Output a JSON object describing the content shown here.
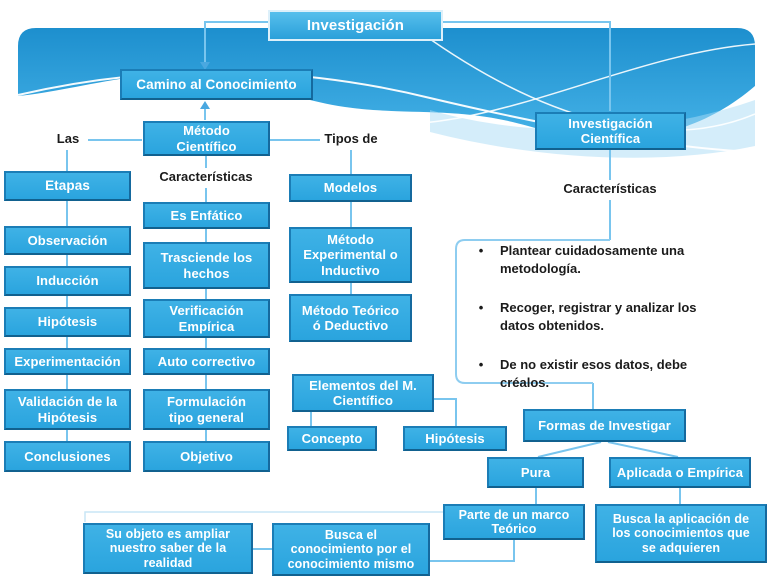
{
  "diagram": {
    "title": "Investigación",
    "nodes": [
      {
        "id": "investigacion",
        "label": "Investigación"
      },
      {
        "id": "camino",
        "label": "Camino al Conocimiento"
      },
      {
        "id": "las",
        "label": "Las"
      },
      {
        "id": "metodo-cientifico",
        "label": "Método\nCientífico"
      },
      {
        "id": "tipos-de",
        "label": "Tipos de"
      },
      {
        "id": "investigacion-cientifica",
        "label": "Investigación\nCientífica"
      },
      {
        "id": "etapas",
        "label": "Etapas"
      },
      {
        "id": "caracteristicas-mc",
        "label": "Características"
      },
      {
        "id": "caracteristicas-ic",
        "label": "Características"
      },
      {
        "id": "es-enfatico",
        "label": "Es Enfático"
      },
      {
        "id": "observacion",
        "label": "Observación"
      },
      {
        "id": "trasciende",
        "label": "Trasciende los\nhechos"
      },
      {
        "id": "induccion",
        "label": "Inducción"
      },
      {
        "id": "verificacion",
        "label": "Verificación\nEmpírica"
      },
      {
        "id": "hipotesis-etapa",
        "label": "Hipótesis"
      },
      {
        "id": "experimentacion",
        "label": "Experimentación"
      },
      {
        "id": "auto-correctivo",
        "label": "Auto correctivo"
      },
      {
        "id": "validacion",
        "label": "Validación de la\nHipótesis"
      },
      {
        "id": "formulacion",
        "label": "Formulación\ntipo general"
      },
      {
        "id": "conclusiones",
        "label": "Conclusiones"
      },
      {
        "id": "objetivo",
        "label": "Objetivo"
      },
      {
        "id": "modelos",
        "label": "Modelos"
      },
      {
        "id": "metodo-experimental",
        "label": "Método\nExperimental o\nInductivo"
      },
      {
        "id": "metodo-teorico",
        "label": "Método Teórico\nó Deductivo"
      },
      {
        "id": "elementos",
        "label": "Elementos del M.\nCientífico"
      },
      {
        "id": "concepto",
        "label": "Concepto"
      },
      {
        "id": "hipotesis-elemento",
        "label": "Hipótesis"
      },
      {
        "id": "formas",
        "label": "Formas de Investigar"
      },
      {
        "id": "pura",
        "label": "Pura"
      },
      {
        "id": "aplicada",
        "label": "Aplicada o Empírica"
      },
      {
        "id": "parte-marco",
        "label": "Parte de un marco\nTeórico"
      },
      {
        "id": "busca-aplicacion",
        "label": "Busca la aplicación de\nlos conocimientos que\nse adquieren"
      },
      {
        "id": "su-objeto",
        "label": "Su objeto es ampliar\nnuestro saber de la\nrealidad"
      },
      {
        "id": "busca-conocimiento",
        "label": "Busca el\nconocimiento por el\nconocimiento mismo"
      }
    ],
    "bullets": {
      "marker": "•",
      "items": [
        "Plantear cuidadosamente una\nmetodología.",
        "Recoger, registrar y analizar los\ndatos obtenidos.",
        "De no existir esos datos, debe\ncréalos."
      ]
    },
    "colors": {
      "box_fill": "#31ACE3",
      "box_border": "#1B7DB6",
      "box_text": "#FFFFFF",
      "connector": "#79C5EE",
      "panel_border": "#8ECDF0",
      "label_text": "#1B1B1B",
      "banner_top": "#1D8FCE",
      "banner_bottom": "#45B2E7"
    }
  }
}
